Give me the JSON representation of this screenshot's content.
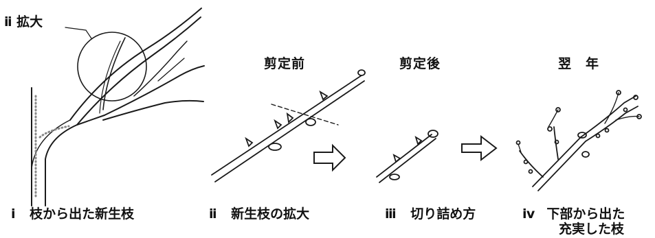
{
  "callout": {
    "label": "ⅱ 拡大"
  },
  "headers": {
    "before": "剪定前",
    "after": "剪定後",
    "next_year": "翌　年"
  },
  "captions": {
    "i": {
      "numeral": "ⅰ",
      "text": "枝から出た新生枝"
    },
    "ii": {
      "numeral": "ⅱ",
      "text": "新生枝の拡大"
    },
    "iii": {
      "numeral": "ⅲ",
      "text": "切り詰め方"
    },
    "iv": {
      "numeral": "ⅳ",
      "line1": "下部から出た",
      "line2": "充実した枝"
    }
  },
  "colors": {
    "line": "#1a1a1a",
    "stipple": "#888888"
  }
}
